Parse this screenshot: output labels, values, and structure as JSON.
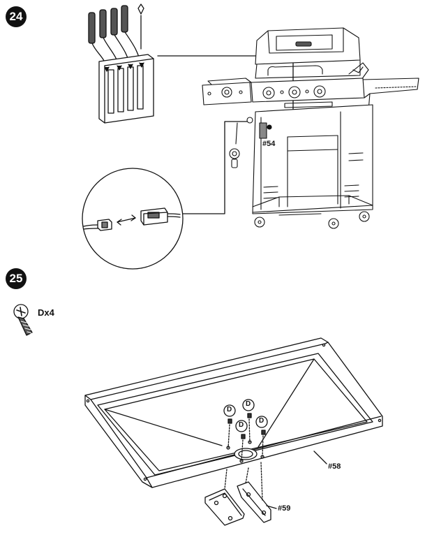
{
  "steps": [
    {
      "number": "24",
      "labels": {
        "part": "#54"
      }
    },
    {
      "number": "25",
      "hardware": {
        "code": "Dx4"
      },
      "labels": {
        "pan": "#58",
        "bracket": "#59",
        "screw": "D"
      }
    }
  ],
  "colors": {
    "ink": "#111111",
    "paper": "#ffffff"
  }
}
